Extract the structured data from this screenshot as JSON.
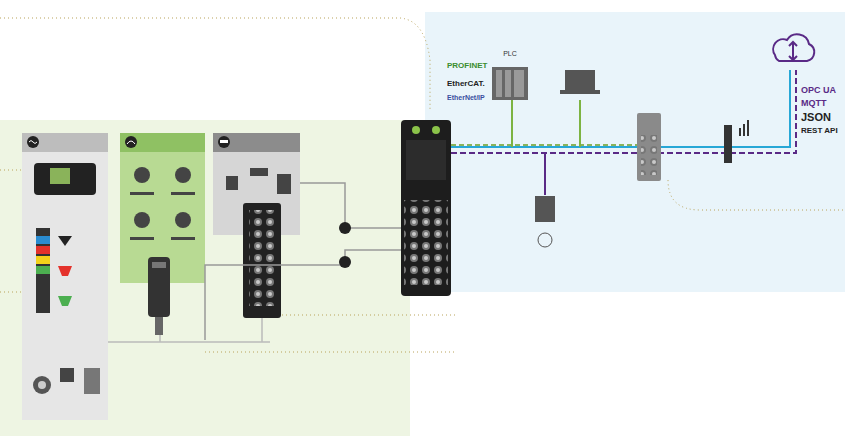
{
  "diagram": {
    "nodes": [
      {
        "text": [
          "PLC"
        ]
      }
    ],
    "labels": [
      "PROFINET",
      "EtherCAT.",
      "EtherNet/IP",
      "OPC UA",
      "MQTT",
      "JSON",
      "REST API"
    ]
  }
}
